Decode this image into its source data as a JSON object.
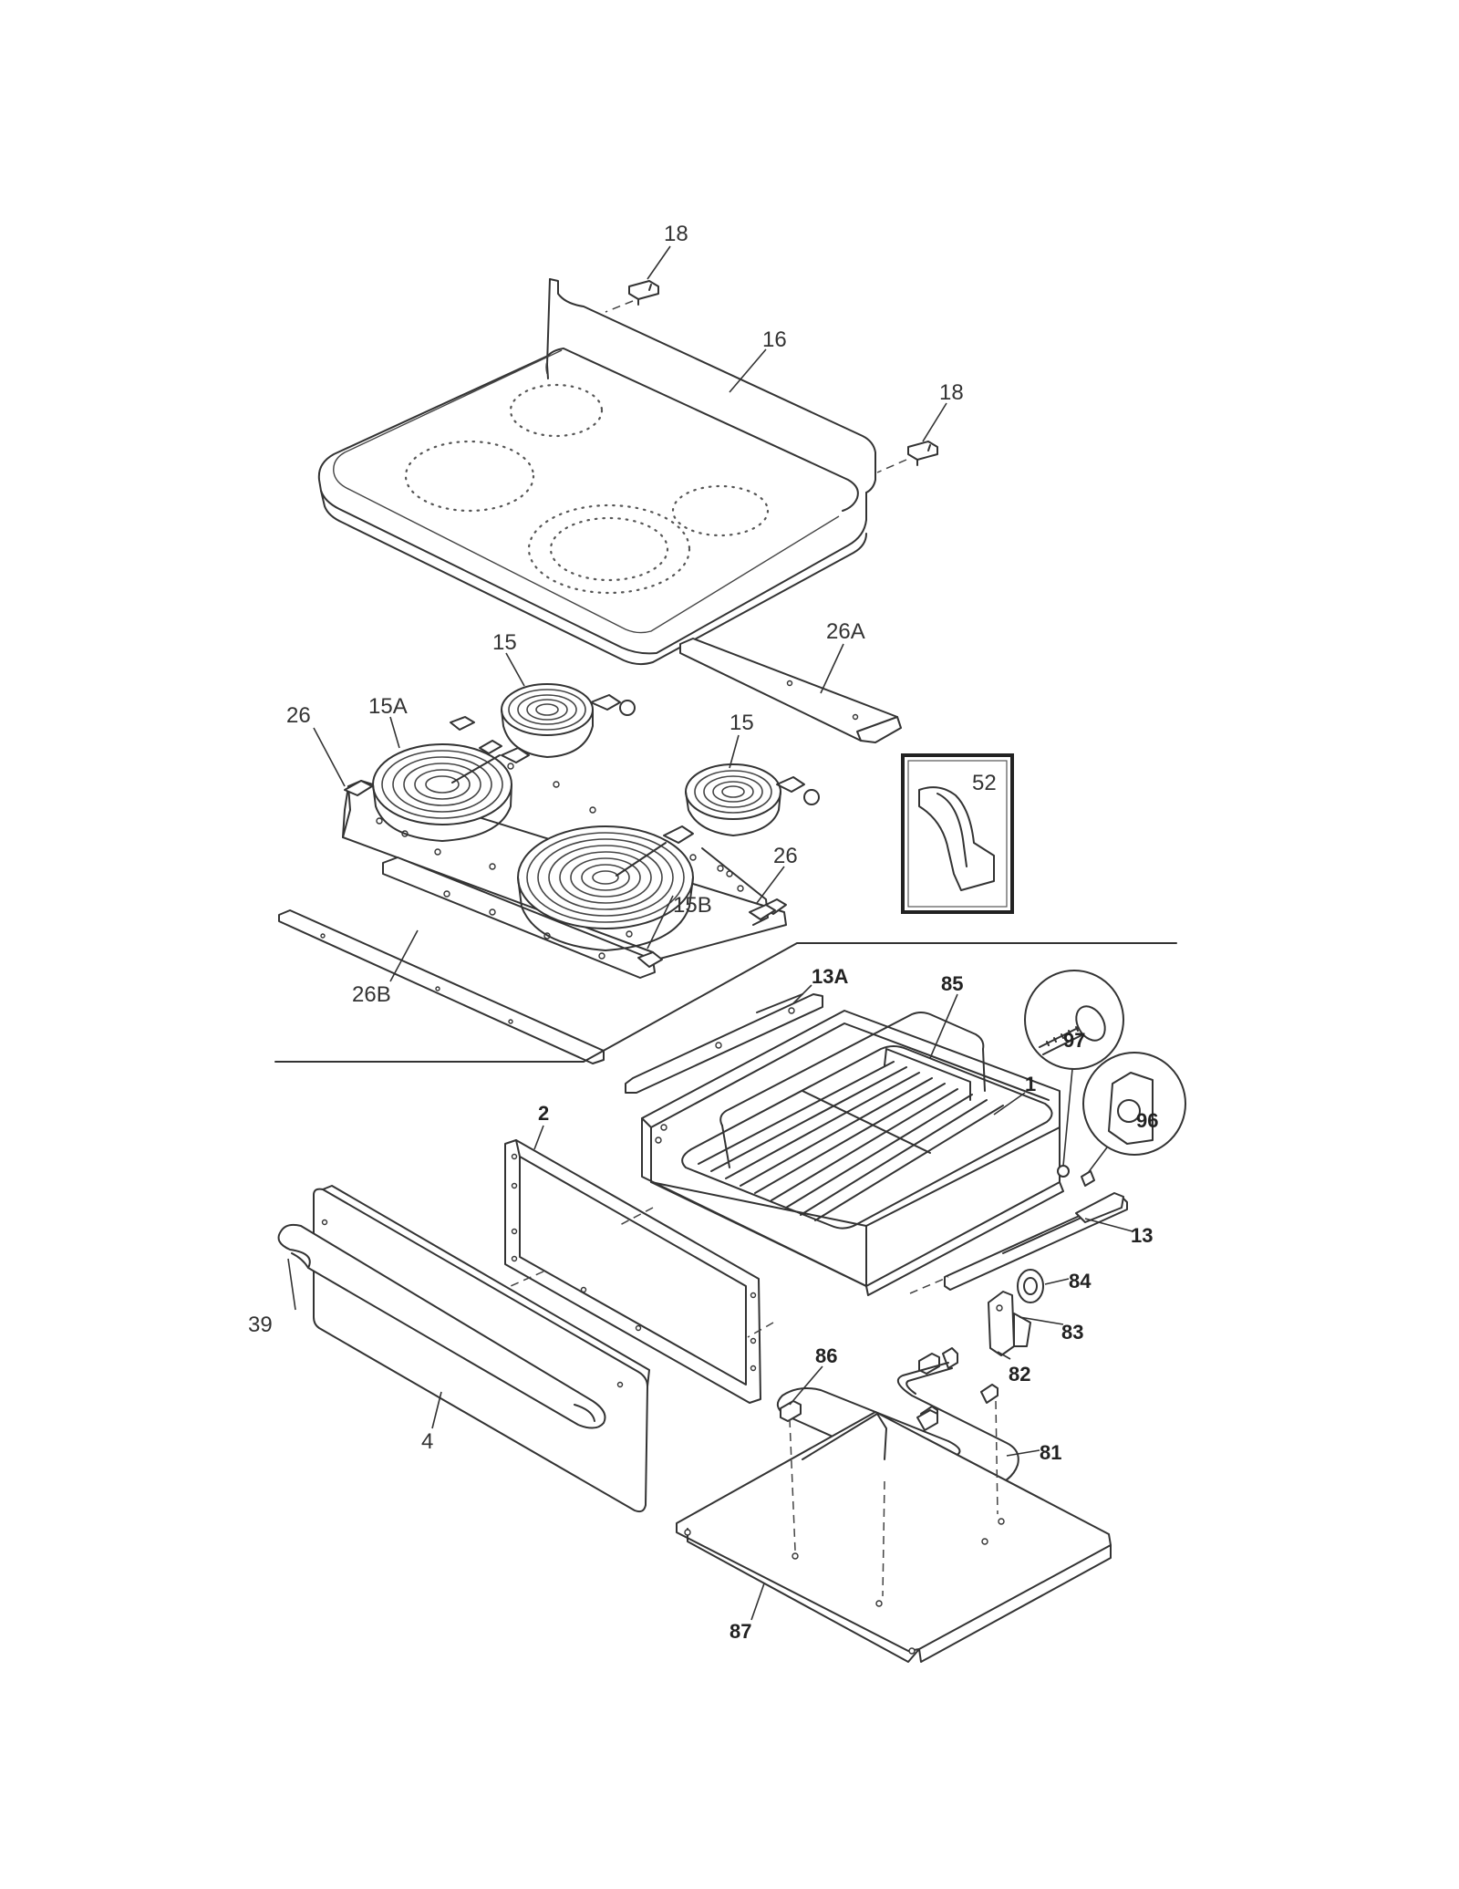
{
  "diagram": {
    "line_color": "#333333",
    "background": "#ffffff",
    "callouts": [
      {
        "id": "18-top",
        "text": "18",
        "bold": false
      },
      {
        "id": "16",
        "text": "16",
        "bold": false
      },
      {
        "id": "18-right",
        "text": "18",
        "bold": false
      },
      {
        "id": "26A",
        "text": "26A",
        "bold": false
      },
      {
        "id": "15-left",
        "text": "15",
        "bold": false
      },
      {
        "id": "15A",
        "text": "15A",
        "bold": false
      },
      {
        "id": "26-left",
        "text": "26",
        "bold": false
      },
      {
        "id": "15-right",
        "text": "15",
        "bold": false
      },
      {
        "id": "52",
        "text": "52",
        "bold": false
      },
      {
        "id": "26-right",
        "text": "26",
        "bold": false
      },
      {
        "id": "15B",
        "text": "15B",
        "bold": false
      },
      {
        "id": "26B",
        "text": "26B",
        "bold": false
      },
      {
        "id": "13A",
        "text": "13A",
        "bold": true
      },
      {
        "id": "85",
        "text": "85",
        "bold": true
      },
      {
        "id": "97",
        "text": "97",
        "bold": true
      },
      {
        "id": "1",
        "text": "1",
        "bold": true
      },
      {
        "id": "96",
        "text": "96",
        "bold": true
      },
      {
        "id": "2",
        "text": "2",
        "bold": true
      },
      {
        "id": "13",
        "text": "13",
        "bold": true
      },
      {
        "id": "84",
        "text": "84",
        "bold": true
      },
      {
        "id": "39",
        "text": "39",
        "bold": false
      },
      {
        "id": "83",
        "text": "83",
        "bold": true
      },
      {
        "id": "86",
        "text": "86",
        "bold": true
      },
      {
        "id": "82",
        "text": "82",
        "bold": true
      },
      {
        "id": "81",
        "text": "81",
        "bold": true
      },
      {
        "id": "4",
        "text": "4",
        "bold": false
      },
      {
        "id": "87",
        "text": "87",
        "bold": true
      }
    ]
  }
}
